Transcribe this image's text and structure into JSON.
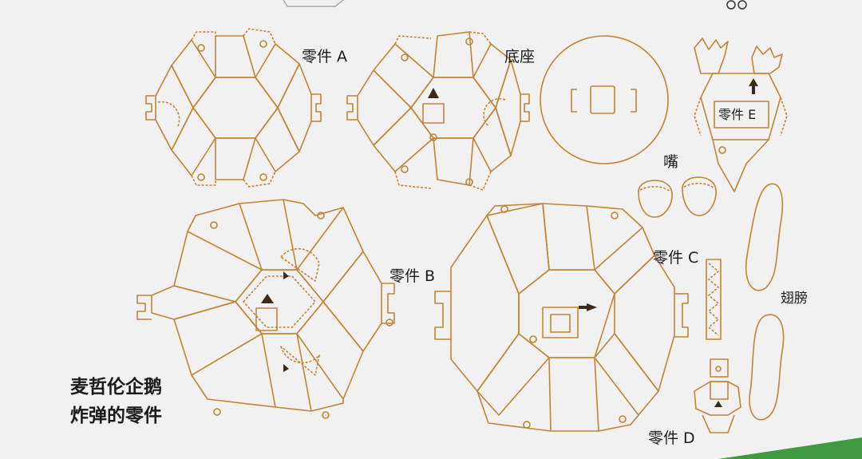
{
  "labels": {
    "part_a": "零件 A",
    "base": "底座",
    "part_e": "零件 E",
    "beak": "嘴",
    "part_b": "零件 B",
    "part_c": "零件 C",
    "wing": "翅膀",
    "part_d": "零件 D",
    "caption_line1": "麦哲伦企鹅",
    "caption_line2": "炸弹的零件"
  },
  "colors": {
    "outline": "#c18432",
    "text": "#1b1b1b",
    "background": "#f0f1f0",
    "green_edge": "#3f9a41",
    "mark": "#3a2a1a"
  }
}
